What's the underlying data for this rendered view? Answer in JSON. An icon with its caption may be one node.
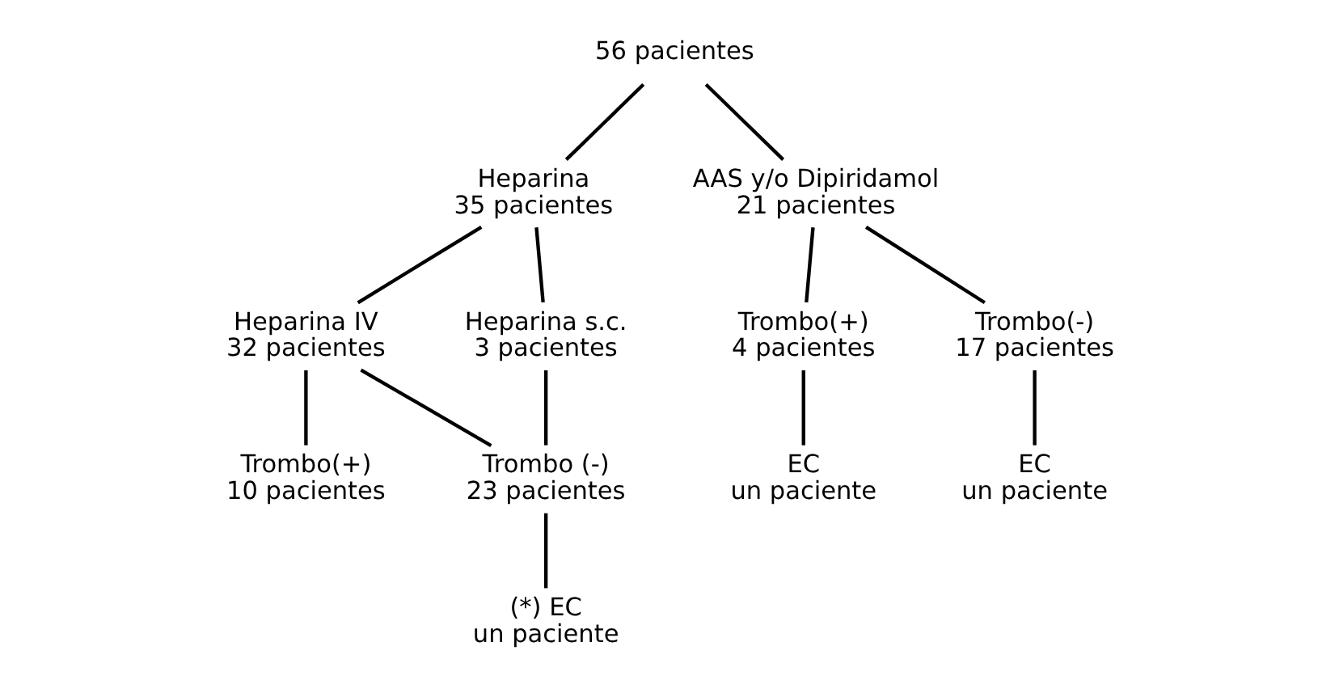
{
  "diagram": {
    "nodes": [
      {
        "text": [
          "56 pacientes"
        ]
      },
      {
        "text": [
          "Heparina 35 pacientes"
        ]
      },
      {
        "text": [
          "AAS y/o Dipiridamol 21 pacientes"
        ]
      },
      {
        "text": [
          "Heparina IV 32 pacientes"
        ]
      },
      {
        "text": [
          "Heparina s.c. 3 pacientes"
        ]
      },
      {
        "text": [
          "Trombo(+) 10 pacientes"
        ]
      },
      {
        "text": [
          "Trombo (-) 23 pacientes"
        ]
      },
      {
        "text": [
          "Trombo(+) 4 pacientes"
        ]
      },
      {
        "text": [
          "Trombo(-) 17 pacientes"
        ]
      },
      {
        "text": [
          "(*) EC un paciente"
        ]
      },
      {
        "text": [
          "EC un paciente"
        ]
      },
      {
        "text": [
          "EC un paciente"
        ]
      }
    ],
    "edges": [
      {
        "from": 0,
        "to": 1,
        "arrow": "none"
      },
      {
        "from": 0,
        "to": 2,
        "arrow": "none"
      },
      {
        "from": 1,
        "to": 3,
        "arrow": "none"
      },
      {
        "from": 1,
        "to": 4,
        "arrow": "none"
      },
      {
        "from": 3,
        "to": 5,
        "arrow": "none"
      },
      {
        "from": 3,
        "to": 6,
        "arrow": "none"
      },
      {
        "from": 4,
        "to": 6,
        "arrow": "none"
      },
      {
        "from": 2,
        "to": 7,
        "arrow": "none"
      },
      {
        "from": 2,
        "to": 8,
        "arrow": "none"
      },
      {
        "from": 6,
        "to": 9,
        "arrow": "none"
      },
      {
        "from": 7,
        "to": 10,
        "arrow": "none"
      },
      {
        "from": 8,
        "to": 11,
        "arrow": "none"
      }
    ]
  }
}
